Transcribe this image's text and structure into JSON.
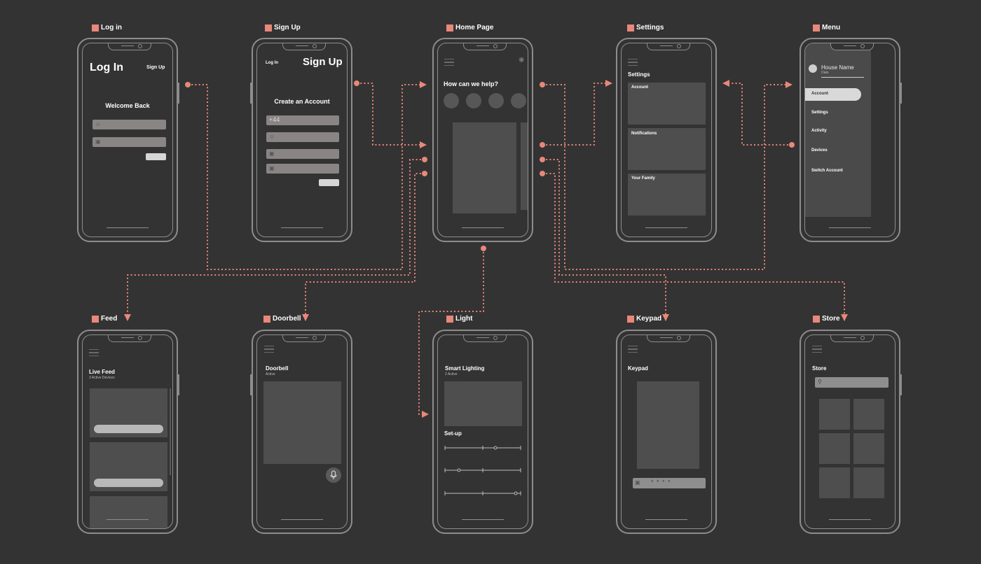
{
  "colors": {
    "background": "#333333",
    "accent": "#e8887a",
    "outline": "#8d8d8d",
    "panel": "#4e4e4e"
  },
  "screens": {
    "login": {
      "label": "Log in",
      "title": "Log In",
      "link": "Sign Up",
      "subtitle": "Welcome Back",
      "icons": [
        "user-icon",
        "lock-icon"
      ]
    },
    "signup": {
      "label": "Sign Up",
      "title": "Sign Up",
      "link": "Log In",
      "subtitle": "Create an Account",
      "phone_prefix": "+44",
      "icons": [
        "user-icon",
        "lock-icon",
        "lock-icon"
      ]
    },
    "home": {
      "label": "Home Page",
      "heading": "How can we help?",
      "icons": [
        "menu-icon",
        "settings-icon"
      ]
    },
    "settings": {
      "label": "Settings",
      "title": "Settings",
      "cards": [
        "Account",
        "Notifications",
        "Your Family"
      ]
    },
    "menu": {
      "label": "Menu",
      "house_name": "House Name",
      "date": "Date",
      "items": [
        "Account",
        "Settings",
        "Activity",
        "Devices",
        "Switch Account"
      ]
    },
    "feed": {
      "label": "Feed",
      "title": "Live Feed",
      "subtitle": "3 Active Devices"
    },
    "doorbell": {
      "label": "Doorbell",
      "title": "Doorbell",
      "subtitle": "Active",
      "icons": [
        "microphone-icon"
      ]
    },
    "light": {
      "label": "Light",
      "title": "Smart Lighting",
      "subtitle": "2 Active",
      "setup": "Set-up"
    },
    "keypad": {
      "label": "Keypad",
      "title": "Keypad",
      "code_mask": "* * * *",
      "icons": [
        "lock-icon"
      ]
    },
    "store": {
      "label": "Store",
      "title": "Store",
      "icons": [
        "search-icon"
      ]
    }
  }
}
